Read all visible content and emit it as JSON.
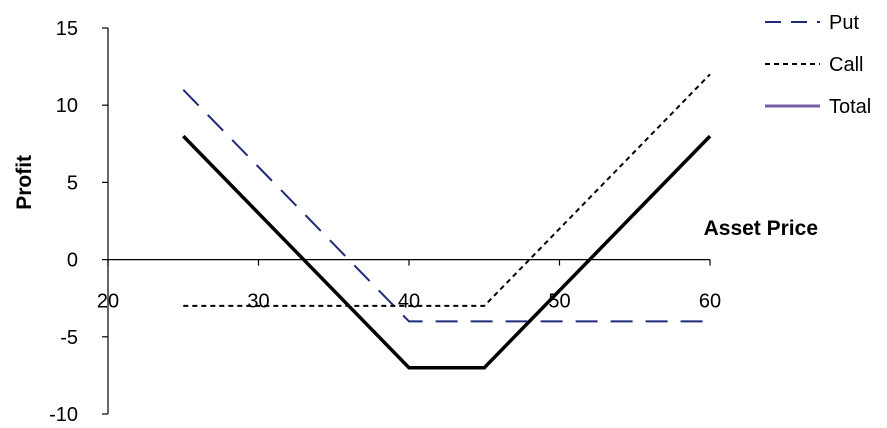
{
  "chart_data": {
    "type": "line",
    "title": "",
    "xlabel": "Asset Price",
    "ylabel": "Profit",
    "xlim": [
      20,
      60
    ],
    "ylim": [
      -10,
      15
    ],
    "x_ticks": [
      20,
      30,
      40,
      50,
      60
    ],
    "y_ticks": [
      -10,
      -5,
      0,
      5,
      10,
      15
    ],
    "grid": false,
    "legend_position": "top-right",
    "series": [
      {
        "name": "Put",
        "color": "#1f2a7a",
        "style": "dashed",
        "points": [
          [
            25,
            11
          ],
          [
            40,
            -4
          ],
          [
            60,
            -4
          ]
        ]
      },
      {
        "name": "Call",
        "color": "#000000",
        "style": "dotted",
        "points": [
          [
            25,
            -3
          ],
          [
            45,
            -3
          ],
          [
            60,
            12
          ]
        ]
      },
      {
        "name": "Total",
        "color": "#000000",
        "legend_color": "#7b5ea7",
        "style": "solid",
        "points": [
          [
            25,
            8
          ],
          [
            40,
            -7
          ],
          [
            45,
            -7
          ],
          [
            60,
            8
          ]
        ]
      }
    ]
  }
}
